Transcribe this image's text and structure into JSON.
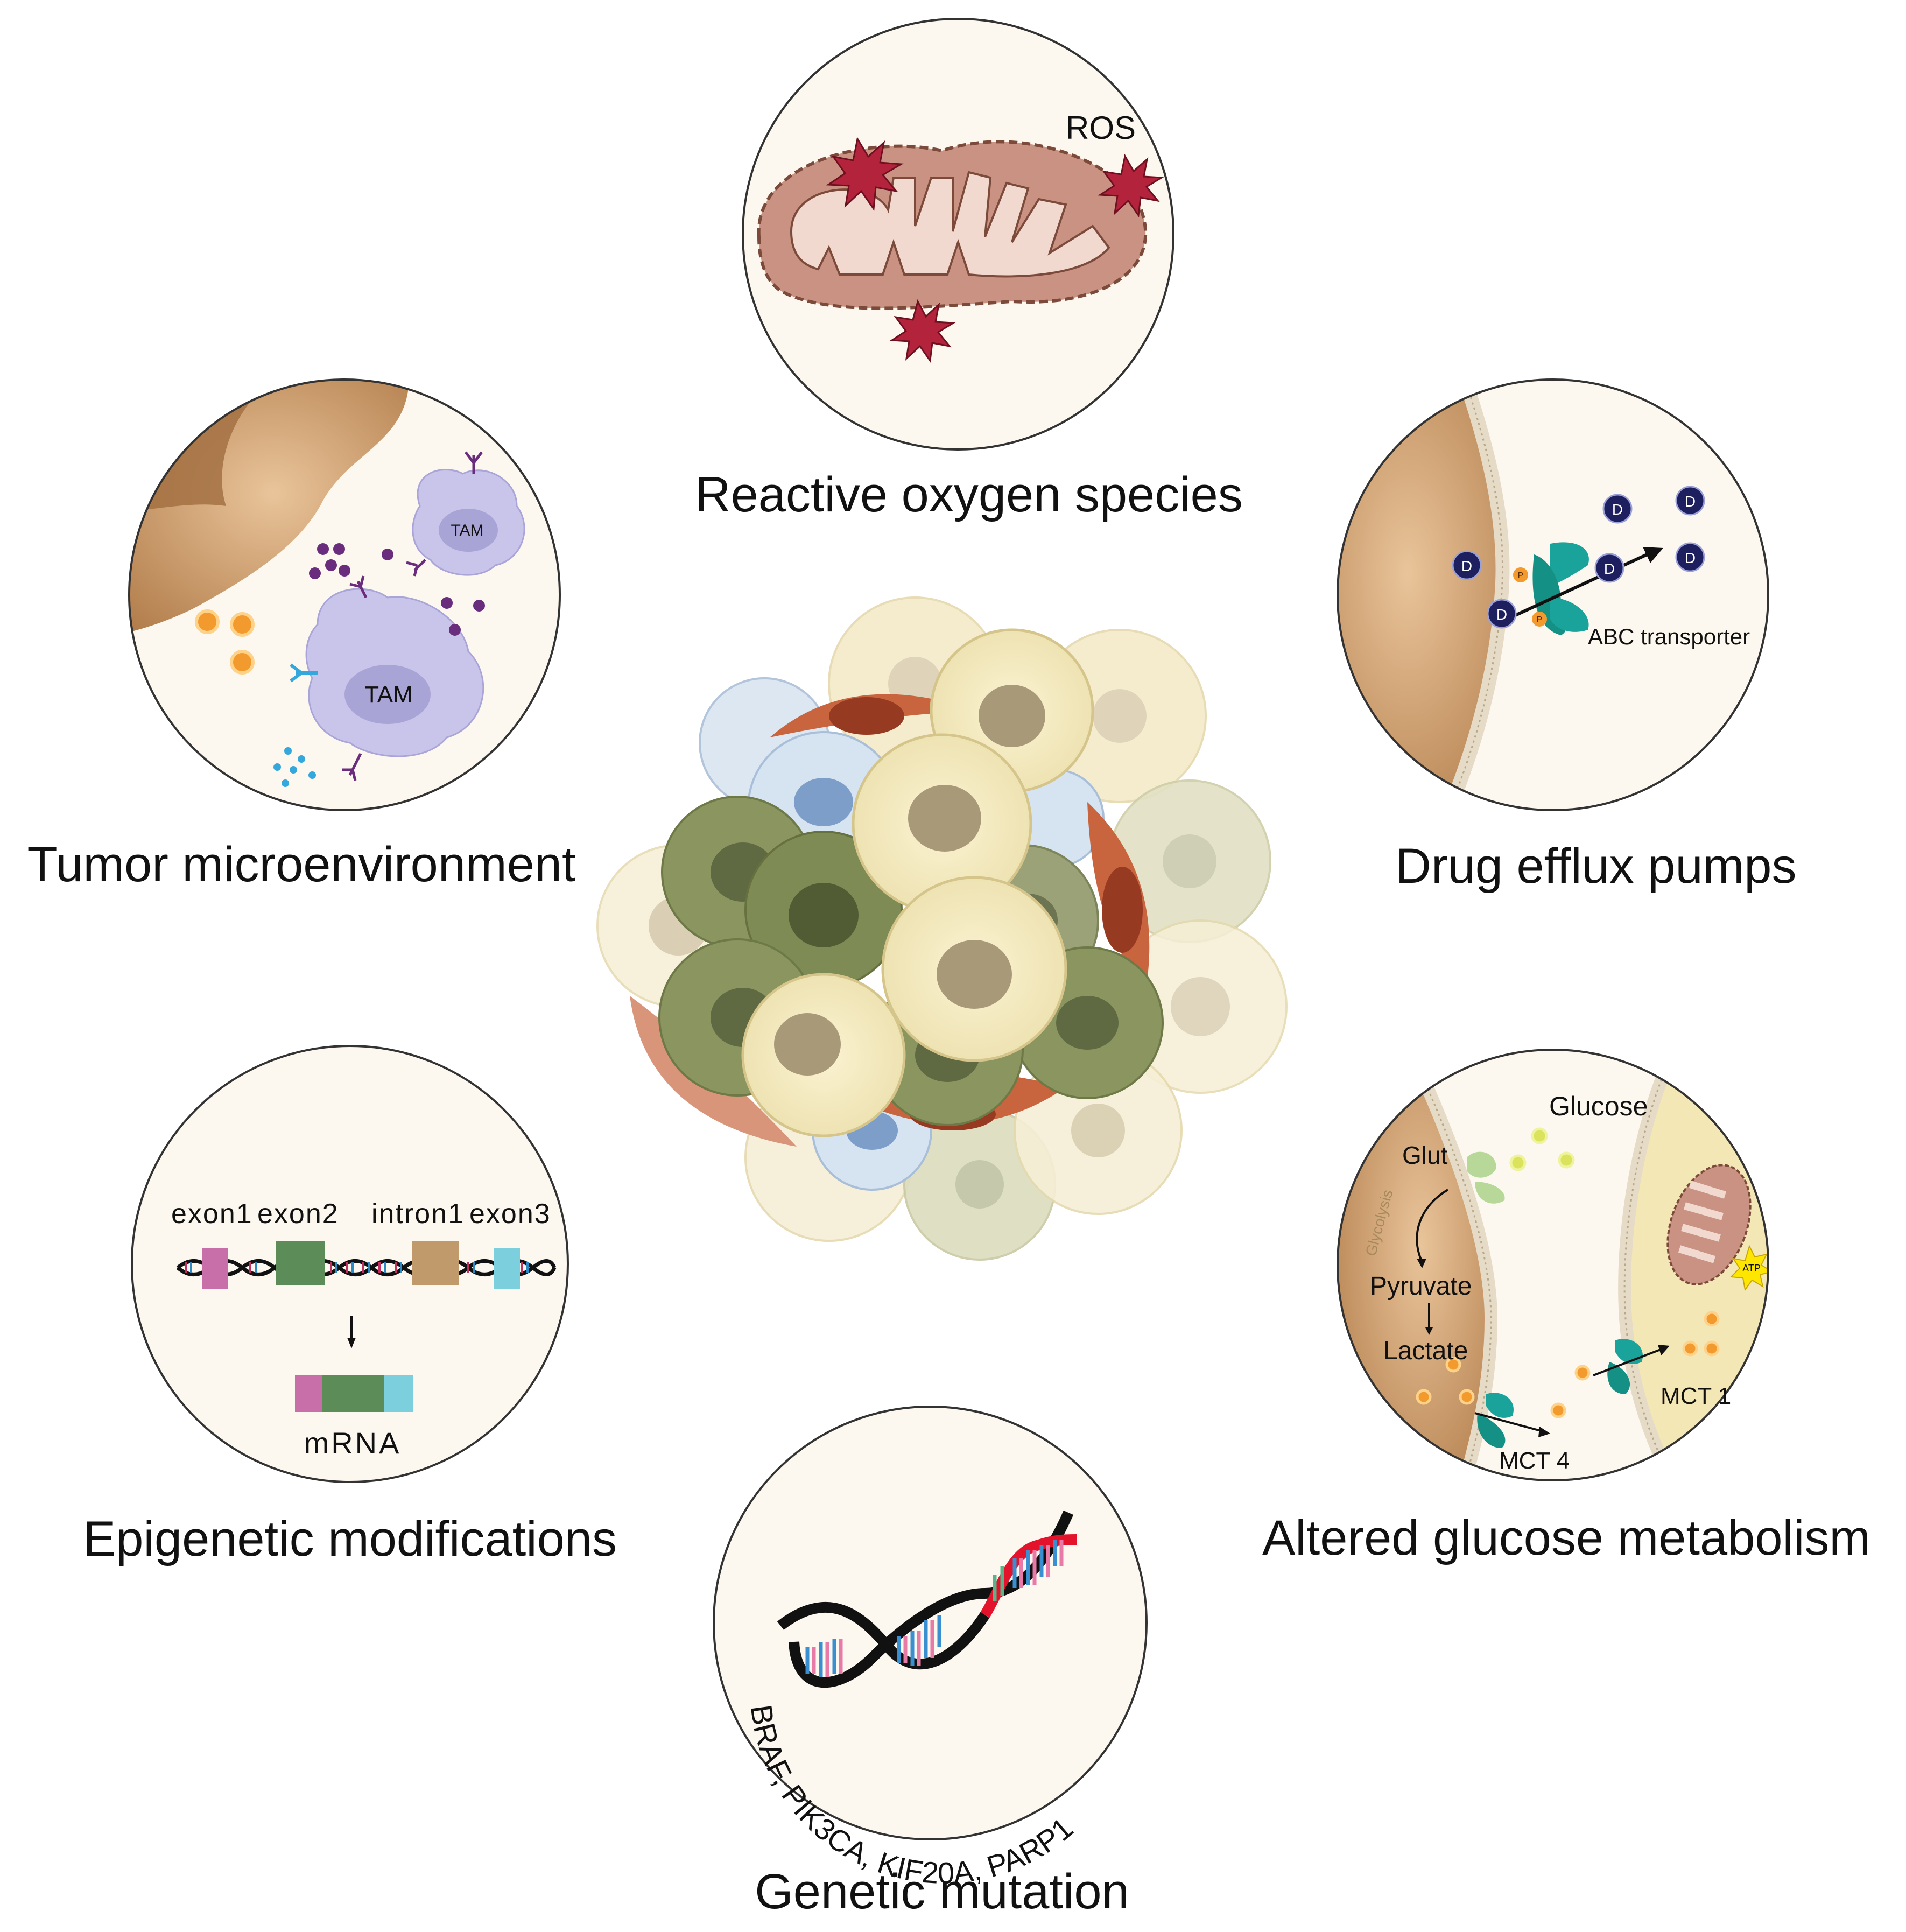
{
  "captions": {
    "ros": "Reactive oxygen species",
    "tme": "Tumor microenvironment",
    "drug": "Drug efflux pumps",
    "epi": "Epigenetic modifications",
    "glucose": "Altered glucose metabolism",
    "genetic": "Genetic mutation"
  },
  "ros_panel": {
    "ros_label": "ROS"
  },
  "tme_panel": {
    "tam_small": "TAM",
    "tam_large": "TAM"
  },
  "drug_panel": {
    "transporter_label": "ABC transporter",
    "drug_letter": "D",
    "phosphate_letter": "P"
  },
  "epi_panel": {
    "exon1": "exon1",
    "exon2": "exon2",
    "intron1": "intron1",
    "exon3": "exon3",
    "mrna": "mRNA"
  },
  "glucose_panel": {
    "glucose": "Glucose",
    "glut": "Glut",
    "glycolysis": "Glycolysis",
    "pyruvate": "Pyruvate",
    "lactate": "Lactate",
    "mct4": "MCT 4",
    "mct1": "MCT 1",
    "atp": "ATP"
  },
  "genetic_panel": {
    "genes": "BRAF, PIK3CA, KIF20A, PARP1"
  },
  "colors": {
    "circle_fill": "#fdf8ef",
    "mito_fill": "#c99282",
    "mito_inner": "#f1d9d0",
    "ros_star": "#b3243c",
    "tam_fill": "#c9c5ea",
    "tan_cell": "#c18c57",
    "drug_navy": "#1d1f5e",
    "transporter": "#1aa39a",
    "orange_dot": "#f29a2e",
    "dna_black": "#111111",
    "dna_red": "#e3132b"
  }
}
